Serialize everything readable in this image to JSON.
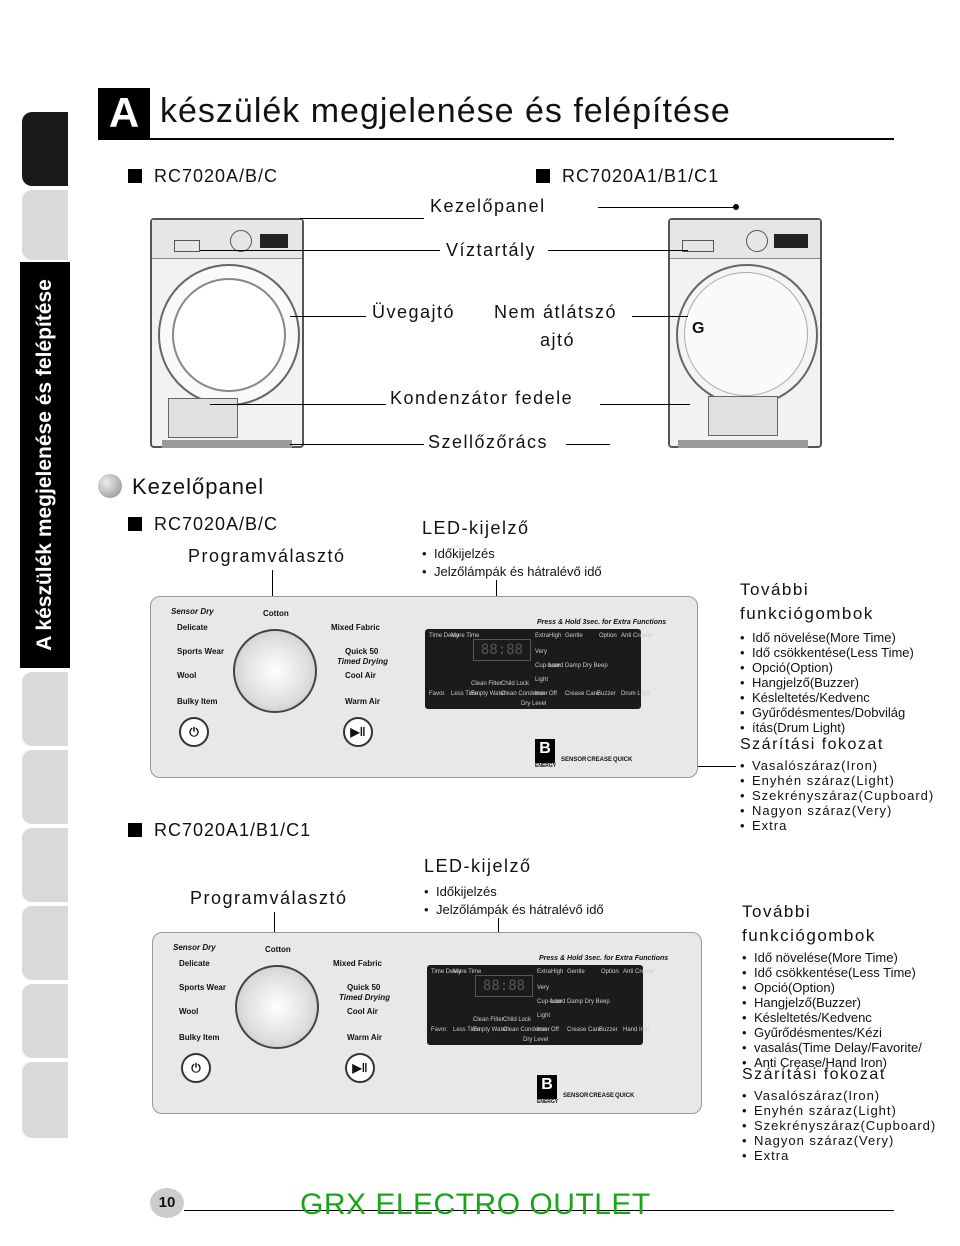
{
  "sidebar": {
    "title": "A készülék megjelenése és felépítése"
  },
  "header": {
    "letter": "A",
    "title": "készülék megjelenése és felépítése"
  },
  "top": {
    "model_left": "RC7020A/B/C",
    "model_right": "RC7020A1/B1/C1",
    "callouts": {
      "kezelopanel": "Kezelőpanel",
      "viztartaly": "Víztartály",
      "uvegajto": "Üvegajtó",
      "nem_atlatszo": "Nem átlátszó",
      "ajto": "ajtó",
      "kondenzator": "Kondenzátor fedele",
      "szellozo": "Szellőzőrács"
    }
  },
  "panel_section": {
    "title": "Kezelőpanel",
    "model_a": "RC7020A/B/C",
    "model_b": "RC7020A1/B1/C1",
    "prog_a": "Programválasztó",
    "prog_b": "Programválasztó",
    "led_a": {
      "title": "LED-kijelző",
      "items": [
        "Időkijelzés",
        "Jelzőlámpák és hátralévő idő"
      ]
    },
    "led_b": {
      "title": "LED-kijelző",
      "items": [
        "Időkijelzés",
        "Jelzőlámpák és hátralévő idő"
      ]
    },
    "func_a": {
      "title1": "További",
      "title2": "funkciógombok",
      "items": [
        "Idő növelése(More Time)",
        "Idő csökkentése(Less Time)",
        "Opció(Option)",
        "Hangjelző(Buzzer)",
        "Késleltetés/Kedvenc",
        "Gyűrődésmentes/Dobvilág",
        "ítás(Drum Light)"
      ]
    },
    "dry_a": {
      "title": "Szárítási fokozat",
      "items": [
        "Vasalószáraz(Iron)",
        "Enyhén száraz(Light)",
        "Szekrényszáraz(Cupboard)",
        "Nagyon száraz(Very)",
        "Extra"
      ]
    },
    "func_b": {
      "title1": "További",
      "title2": "funkciógombok",
      "items": [
        "Idő növelése(More Time)",
        "Idő csökkentése(Less Time)",
        "Opció(Option)",
        "Hangjelző(Buzzer)",
        "Késleltetés/Kedvenc",
        "Gyűrődésmentes/Kézi",
        "vasalás(Time Delay/Favorite/",
        "Anti Crease/Hand Iron)"
      ]
    },
    "dry_b": {
      "title": "Szárítási fokozat",
      "items": [
        "Vasalószáraz(Iron)",
        "Enyhén száraz(Light)",
        "Szekrényszáraz(Cupboard)",
        "Nagyon száraz(Very)",
        "Extra"
      ]
    }
  },
  "panel_labels": {
    "sensor_dry": "Sensor Dry",
    "cotton": "Cotton",
    "delicate": "Delicate",
    "mixed_fabric": "Mixed Fabric",
    "sports_wear": "Sports Wear",
    "quick50": "Quick 50",
    "timed_drying": "Timed Drying",
    "wool": "Wool",
    "cool_air": "Cool Air",
    "bulky_item": "Bulky Item",
    "warm_air": "Warm Air",
    "press_hold": "Press & Hold 3sec. for Extra Functions",
    "extra": "Extra",
    "high": "High",
    "gentle": "Gentle",
    "very": "Very",
    "cupboard": "Cup-board",
    "low": "Low",
    "damp_dry": "Damp Dry Beep",
    "light": "Light",
    "iron": "Iron",
    "off": "Off",
    "crease_care": "Crease Care",
    "clean_filter": "Clean Filter",
    "child_lock": "Child Lock",
    "empty_water": "Empty Water",
    "clean_condenser": "Clean Condenser",
    "dry_level": "Dry Level",
    "time_delay": "Time Delay",
    "more_time": "More Time",
    "favor": "Favor.",
    "less_time": "Less Time",
    "option": "Option",
    "anti_crease": "Anti Crease",
    "buzzer": "Buzzer",
    "drum_light": "Drum Light",
    "hand_iron": "Hand Iron",
    "energy": "ENERGY",
    "sensor": "SENSOR",
    "crease": "CREASE",
    "quick": "QUICK"
  },
  "footer": {
    "page": "10",
    "brand": "GRX ELECTRO OUTLET"
  }
}
